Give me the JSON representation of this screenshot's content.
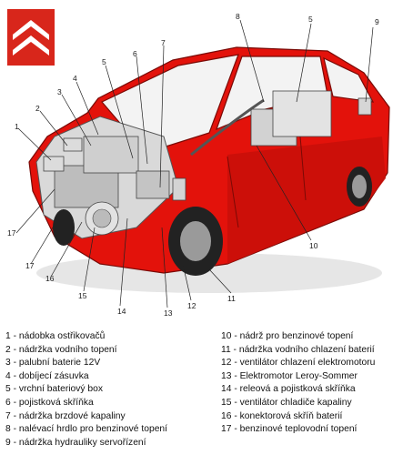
{
  "brand": {
    "logo_color": "#d8261b",
    "logo_icon": "double-chevron-logo"
  },
  "car": {
    "body_color": "#e3120b",
    "shadow_color": "#b20c08",
    "glass_color": "#f3f3f3"
  },
  "callouts": [
    "1",
    "2",
    "3",
    "4",
    "5",
    "6",
    "7",
    "8",
    "9",
    "5",
    "10",
    "11",
    "12",
    "13",
    "14",
    "15",
    "16",
    "17"
  ],
  "legend": {
    "left": [
      "1 - nádobka ostřikovačů",
      "2 - nádržka vodního topení",
      "3 - palubní baterie 12V",
      "4 - dobíjecí zásuvka",
      "5 - vrchní bateriový box",
      "6 - pojistková skříňka",
      "7 - nádržka brzdové kapaliny",
      "8 - nalévací hrdlo pro benzinové topení",
      "9 - nádržka hydrauliky servořízení"
    ],
    "right": [
      "10 - nádrž pro benzinové topení",
      "11 - nádržka vodního chlazení baterií",
      "12 - ventilátor chlazení elektromotoru",
      "13 - Elektromotor Leroy-Sommer",
      "14 - releová a pojistková skříňka",
      "15 - ventilátor chladiče kapaliny",
      "16 - konektorová skříň baterií",
      "17 - benzinové teplovodní topení"
    ]
  }
}
